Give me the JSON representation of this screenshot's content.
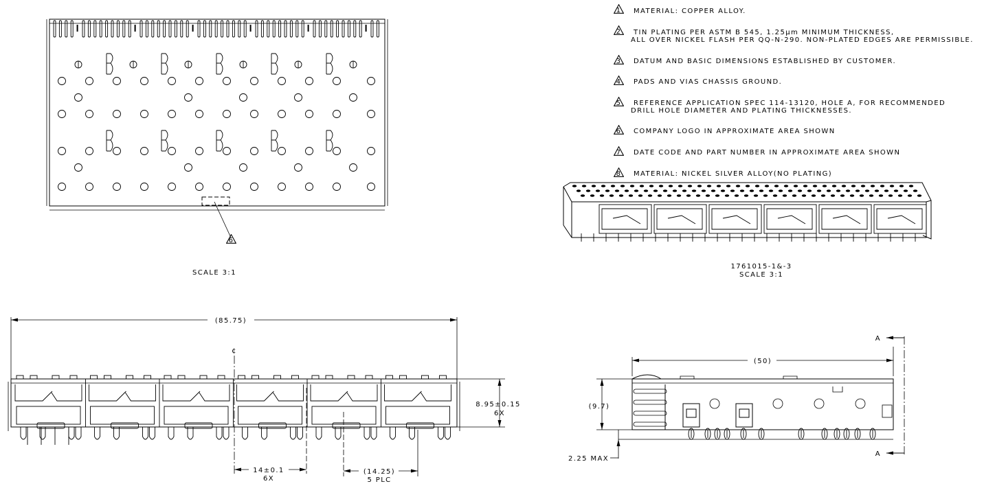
{
  "notes": [
    {
      "num": "1",
      "lines": [
        "MATERIAL: COPPER ALLOY."
      ]
    },
    {
      "num": "2",
      "lines": [
        "TIN PLATING PER ASTM B 545, 1.25µm MINIMUM THICKNESS,",
        "ALL OVER NICKEL FLASH PER QQ-N-290.  NON-PLATED EDGES ARE PERMISSIBLE."
      ]
    },
    {
      "num": "3",
      "lines": [
        "DATUM AND BASIC DIMENSIONS ESTABLISHED BY CUSTOMER."
      ]
    },
    {
      "num": "4",
      "lines": [
        "PADS AND VIAS CHASSIS GROUND."
      ]
    },
    {
      "num": "5",
      "lines": [
        "REFERENCE APPLICATION SPEC 114-13120, HOLE A, FOR RECOMMENDED",
        "DRILL HOLE DIAMETER AND PLATING THICKNESSES."
      ]
    },
    {
      "num": "6",
      "lines": [
        "COMPANY LOGO IN APPROXIMATE AREA SHOWN"
      ]
    },
    {
      "num": "7",
      "lines": [
        "DATE CODE AND PART NUMBER IN APPROXIMATE AREA SHOWN"
      ]
    },
    {
      "num": "8",
      "lines": [
        "MATERIAL: NICKEL SILVER ALLOY(NO PLATING)"
      ]
    }
  ],
  "top_view": {
    "scale": "SCALE  3:1",
    "callout": "6"
  },
  "iso_view": {
    "part_number": "1761015-1&-3",
    "scale": "SCALE  3:1"
  },
  "front_view": {
    "overall_width": "(85.75)",
    "centerline": "¢",
    "height": "8.95±0.15",
    "height_qty": "6X",
    "pitch": "14±0.1",
    "pitch_qty": "6X",
    "pitch_ref": "(14.25)",
    "pitch_ref_qty": "5 PLC"
  },
  "side_view": {
    "length": "(50)",
    "height": "(9.7)",
    "pin_length": "2.25 MAX",
    "section_top": "A",
    "section_bottom": "A"
  }
}
